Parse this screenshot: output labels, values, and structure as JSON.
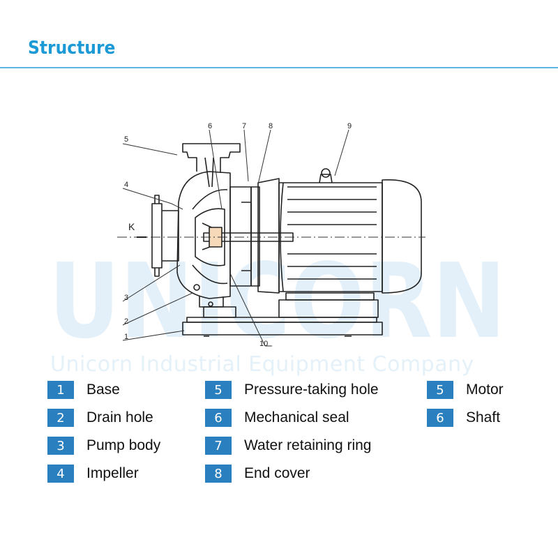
{
  "header": {
    "title": "Structure"
  },
  "watermark": {
    "logo": "UNICORN",
    "text": "Unicorn Industrial Equipment Company"
  },
  "diagram": {
    "direction_label": "K",
    "callouts": [
      "1",
      "2",
      "3",
      "4",
      "5",
      "6",
      "7",
      "8",
      "9",
      "10"
    ]
  },
  "legend": [
    {
      "num": "1",
      "label": "Base"
    },
    {
      "num": "2",
      "label": "Drain hole"
    },
    {
      "num": "3",
      "label": "Pump body"
    },
    {
      "num": "4",
      "label": "Impeller"
    },
    {
      "num": "5",
      "label": "Pressure-taking hole"
    },
    {
      "num": "6",
      "label": "Mechanical seal"
    },
    {
      "num": "7",
      "label": "Water retaining ring"
    },
    {
      "num": "8",
      "label": "End cover"
    },
    {
      "num": "5",
      "label": "Motor"
    },
    {
      "num": "6",
      "label": "Shaft"
    }
  ],
  "colors": {
    "accent": "#1b9ad6",
    "badge": "#2a7fbf",
    "rule": "#5fb4e1",
    "watermark": "#cfe6f5"
  }
}
